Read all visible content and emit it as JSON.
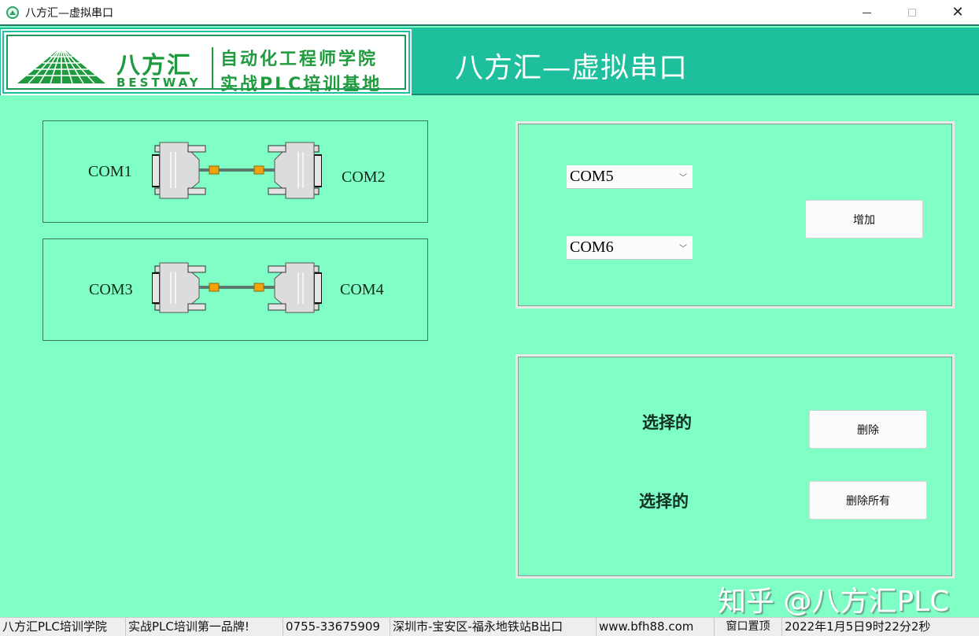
{
  "window": {
    "title": "八方汇—虚拟串口",
    "controls": {
      "minimize": "minimize",
      "maximize": "maximize",
      "close": "close"
    }
  },
  "header": {
    "logo": {
      "brand_cn": "八方汇",
      "brand_en": "BESTWAY",
      "slogan_line1": "自动化工程师学院",
      "slogan_line2": "实战PLC培训基地"
    },
    "title": "八方汇—虚拟串口",
    "colors": {
      "banner": "#1dbf9c",
      "logo_green": "#1f9a3e",
      "background": "#7fffc6"
    }
  },
  "port_pairs": [
    {
      "left": "COM1",
      "right": "COM2",
      "icon": "serial-cable-icon"
    },
    {
      "left": "COM3",
      "right": "COM4",
      "icon": "serial-cable-icon"
    }
  ],
  "add_panel": {
    "port_a": {
      "value": "COM5",
      "icon": "chevron-down-icon"
    },
    "port_b": {
      "value": "COM6",
      "icon": "chevron-down-icon"
    },
    "add_label": "增加"
  },
  "delete_panel": {
    "selected_label_1": "选择的",
    "selected_label_2": "选择的",
    "delete_label": "删除",
    "delete_all_label": "删除所有"
  },
  "watermark": "知乎 @八方汇PLC",
  "statusbar": {
    "cells": [
      "八方汇PLC培训学院",
      "实战PLC培训第一品牌!",
      "0755-33675909",
      "深圳市-宝安区-福永地铁站B出口",
      "www.bfh88.com",
      "窗口置顶",
      "2022年1月5日9时22分2秒"
    ]
  }
}
